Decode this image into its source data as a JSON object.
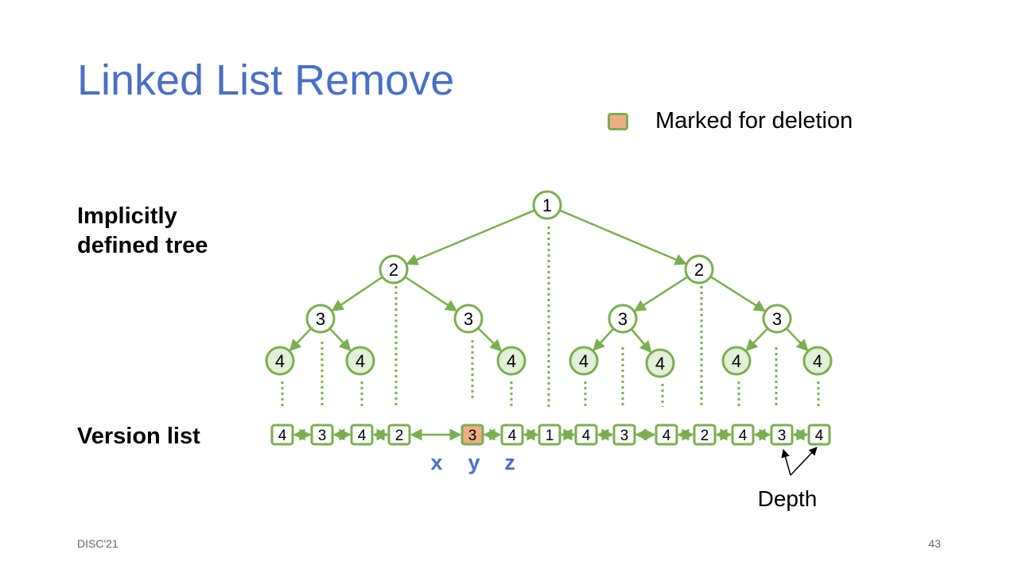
{
  "slide": {
    "title": "Linked List Remove",
    "footer_left": "DISC'21",
    "page_number": "43"
  },
  "legend": {
    "label": "Marked for deletion",
    "swatch_color": "#f0ad84"
  },
  "labels": {
    "tree_line1": "Implicitly",
    "tree_line2": "defined tree",
    "version_list": "Version list",
    "depth": "Depth"
  },
  "colors": {
    "green": "#7aae50",
    "light_green_fill": "#e2efd9",
    "marked_fill": "#f0ad84",
    "accent_blue": "#4a6fc4"
  },
  "tree": {
    "nodes": [
      {
        "id": "r",
        "value": "1",
        "leaf": false
      },
      {
        "id": "a",
        "value": "2",
        "leaf": false
      },
      {
        "id": "b",
        "value": "2",
        "leaf": false
      },
      {
        "id": "a1",
        "value": "3",
        "leaf": false
      },
      {
        "id": "a2",
        "value": "3",
        "leaf": false
      },
      {
        "id": "b1",
        "value": "3",
        "leaf": false
      },
      {
        "id": "b2",
        "value": "3",
        "leaf": false
      },
      {
        "id": "l1",
        "value": "4",
        "leaf": true
      },
      {
        "id": "l2",
        "value": "4",
        "leaf": true
      },
      {
        "id": "l4",
        "value": "4",
        "leaf": true
      },
      {
        "id": "l5",
        "value": "4",
        "leaf": true
      },
      {
        "id": "l6",
        "value": "4",
        "leaf": true
      },
      {
        "id": "l7",
        "value": "4",
        "leaf": true
      },
      {
        "id": "l8",
        "value": "4",
        "leaf": true
      }
    ],
    "edges": [
      [
        "r",
        "a"
      ],
      [
        "r",
        "b"
      ],
      [
        "a",
        "a1"
      ],
      [
        "a",
        "a2"
      ],
      [
        "b",
        "b1"
      ],
      [
        "b",
        "b2"
      ],
      [
        "a1",
        "l1"
      ],
      [
        "a1",
        "l2"
      ],
      [
        "a2",
        "l4"
      ],
      [
        "b1",
        "l5"
      ],
      [
        "b1",
        "l6"
      ],
      [
        "b2",
        "l7"
      ],
      [
        "b2",
        "l8"
      ]
    ]
  },
  "version_list": [
    {
      "value": "4",
      "marked": false
    },
    {
      "value": "3",
      "marked": false
    },
    {
      "value": "4",
      "marked": false
    },
    {
      "value": "2",
      "marked": false
    },
    {
      "value": "3",
      "marked": true
    },
    {
      "value": "4",
      "marked": false
    },
    {
      "value": "1",
      "marked": false
    },
    {
      "value": "4",
      "marked": false
    },
    {
      "value": "3",
      "marked": false
    },
    {
      "value": "4",
      "marked": false
    },
    {
      "value": "2",
      "marked": false
    },
    {
      "value": "4",
      "marked": false
    },
    {
      "value": "3",
      "marked": false
    },
    {
      "value": "4",
      "marked": false
    }
  ],
  "pointers": [
    {
      "label": "x"
    },
    {
      "label": "y"
    },
    {
      "label": "z"
    }
  ]
}
